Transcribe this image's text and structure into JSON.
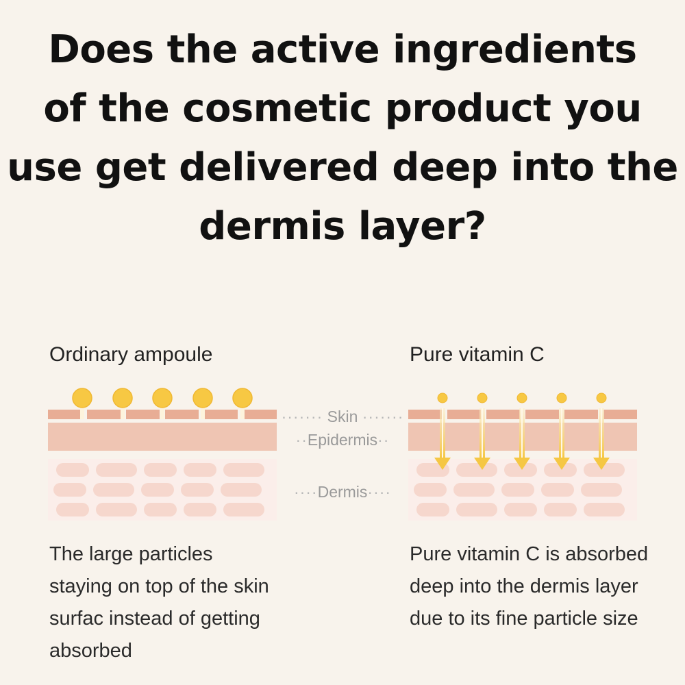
{
  "headline": {
    "lines": [
      "Does the active ingredients",
      "of the cosmetic product you",
      "use get delivered deep into the",
      "dermis layer?"
    ]
  },
  "left_panel": {
    "title": "Ordinary ampoule",
    "description_lines": [
      "The large particles",
      "staying on top of the skin",
      "surfac instead of getting",
      "absorbed"
    ]
  },
  "right_panel": {
    "title": "Pure vitamin C",
    "description_lines": [
      "Pure vitamin C is absorbed",
      "deep into the dermis layer",
      "due to its fine particle size"
    ]
  },
  "layer_labels": {
    "skin": "Skin",
    "epidermis": "Epidermis",
    "dermis": "Dermis"
  },
  "colors": {
    "background": "#f8f3ec",
    "skin": "#e8ad95",
    "epidermis": "#efc5b3",
    "dermis_bg": "#fbeeea",
    "dermis_cells": "#f6d7cd",
    "particle": "#f7c843",
    "particle_stroke": "#f0b834",
    "arrow": "#f5c744"
  }
}
